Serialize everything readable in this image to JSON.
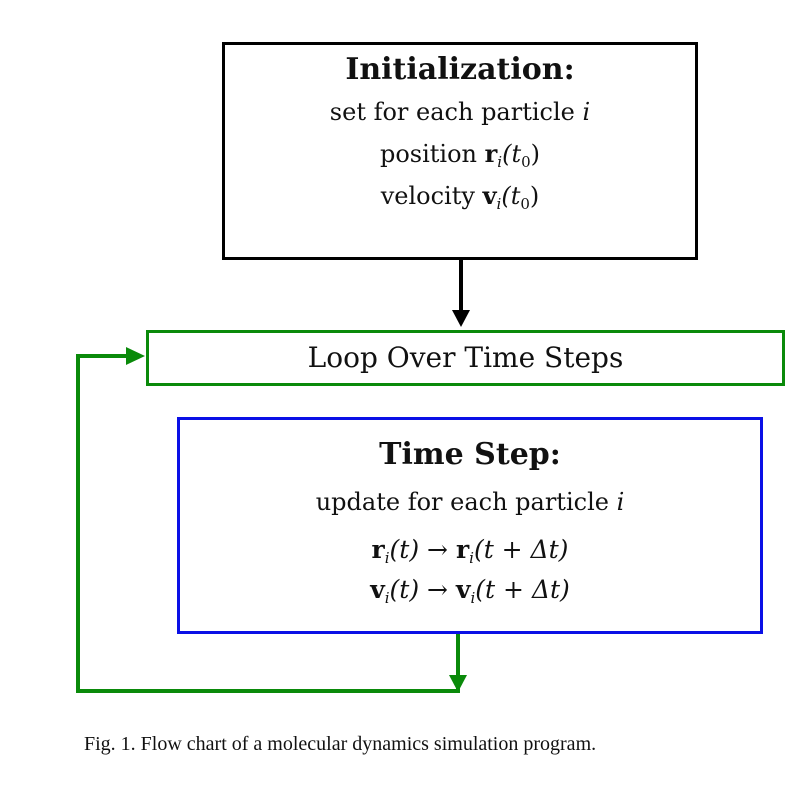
{
  "init": {
    "title": "Initialization:",
    "line1": "set for each particle",
    "line1_var": "i",
    "position_label": "position",
    "velocity_label": "velocity",
    "r_sym": "r",
    "v_sym": "v",
    "sub_i": "i",
    "t0_open": "(t",
    "t0_sub": "0",
    "t0_close": ")"
  },
  "loop": {
    "label": "Loop Over Time Steps"
  },
  "step": {
    "title": "Time Step:",
    "line1": "update for each particle",
    "line1_var": "i",
    "r_sym": "r",
    "v_sym": "v",
    "sub_i": "i",
    "lhs_arg": "(t)",
    "arrow": "→",
    "rhs_arg": "(t + Δt)"
  },
  "caption": "Fig. 1. Flow chart of a molecular dynamics simulation program.",
  "colors": {
    "init": "#000000",
    "loop": "#0a8a0a",
    "step": "#0b10e6"
  }
}
